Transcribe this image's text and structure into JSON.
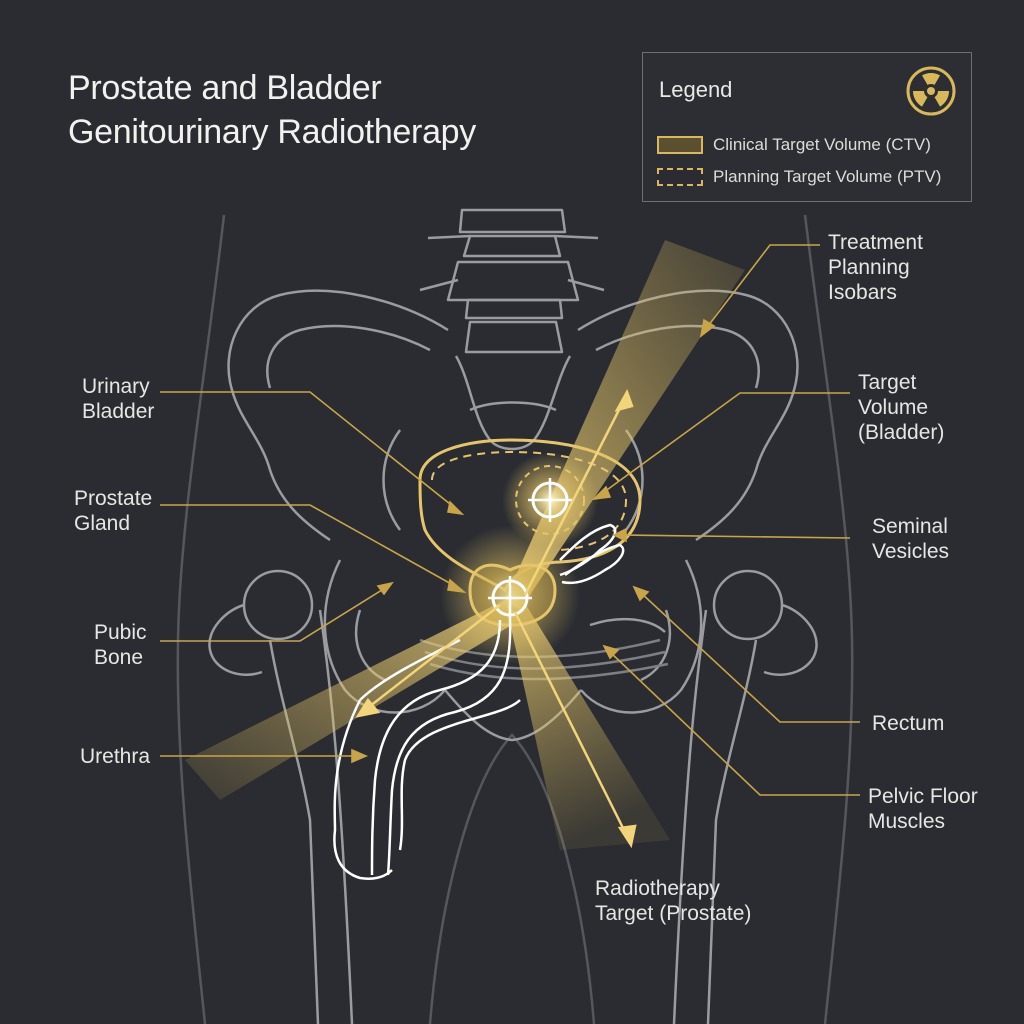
{
  "title": {
    "line1": "Prostate and Bladder",
    "line2": "Genitourinary Radiotherapy"
  },
  "legend": {
    "title": "Legend",
    "ctv_label": "Clinical Target Volume (CTV)",
    "ptv_label": "Planning Target Volume (PTV)",
    "icon": "radiation-icon"
  },
  "labels": {
    "urinary_bladder": [
      "Urinary",
      "Bladder"
    ],
    "prostate_gland": [
      "Prostate",
      "Gland"
    ],
    "pubic_bone": [
      "Pubic",
      "Bone"
    ],
    "urethra": "Urethra",
    "treatment_planning_isobars": [
      "Treatment",
      "Planning",
      "Isobars"
    ],
    "target_volume_bladder": [
      "Target",
      "Volume",
      "(Bladder)"
    ],
    "seminal_vesicles": [
      "Seminal",
      "Vesicles"
    ],
    "rectum": "Rectum",
    "pelvic_floor_muscles": [
      "Pelvic Floor",
      "Muscles"
    ],
    "radiotherapy_target_prostate": [
      "Radiotherapy",
      "Target (Prostate)"
    ]
  },
  "colors": {
    "background": "#2a2c31",
    "outline": "#8e9094",
    "accent_gold": "#d9b85a",
    "beam": "#e8c766",
    "text": "#e6e6e2"
  }
}
